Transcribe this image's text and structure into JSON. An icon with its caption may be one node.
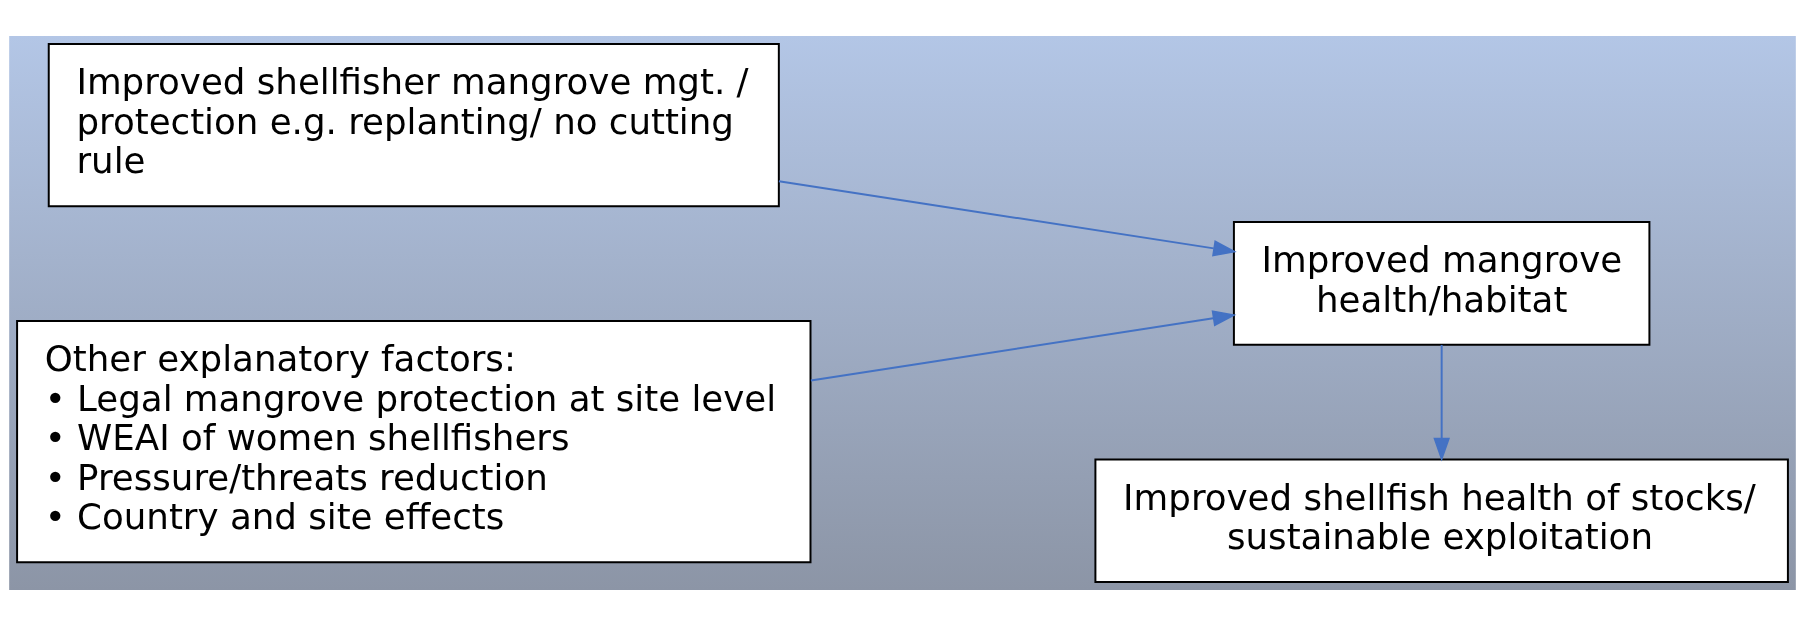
{
  "diagram": {
    "nodes": [
      {
        "text": [
          "Improved shellfisher mangrove mgt. / protection e.g. replanting/ no cutting rule"
        ]
      },
      {
        "text": [
          "Improved shellfish health of stocks/ sustainable exploitation"
        ]
      },
      {
        "text": [
          "Other explanatory factors:",
          "• Legal mangrove protection at site level",
          "• WEAI of women shellfishers",
          "• Pressure/threats reduction",
          "• Country and site effects"
        ]
      },
      {
        "text": [
          "Improved mangrove health/habitat"
        ]
      }
    ],
    "edges": [
      {
        "from": 0,
        "to": 3,
        "arrow": "to"
      },
      {
        "from": 2,
        "to": 3,
        "arrow": "to"
      },
      {
        "from": 3,
        "to": 1,
        "arrow": "to"
      }
    ]
  }
}
